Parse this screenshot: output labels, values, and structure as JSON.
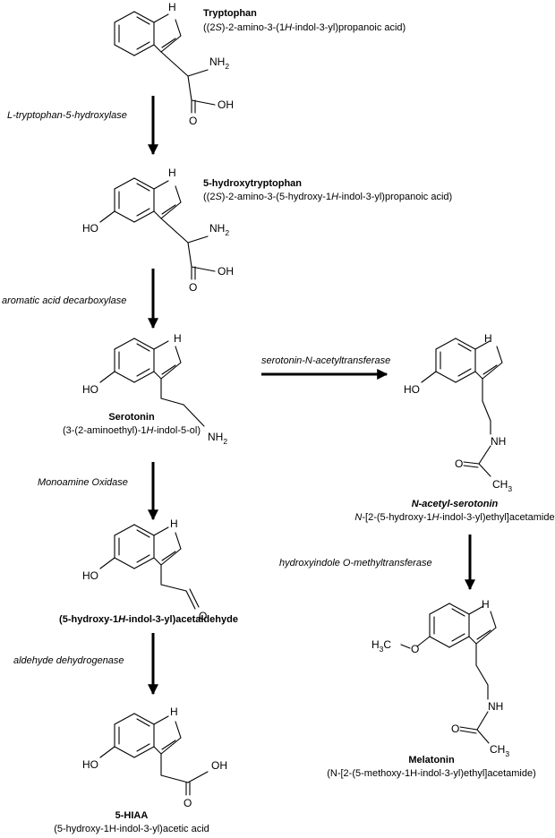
{
  "compounds": {
    "tryptophan": {
      "name": "Tryptophan",
      "iupac": {
        "a": "((2",
        "b": "S",
        "c": ")-2-amino-3-(1",
        "d": "H",
        "e": "-indol-3-yl)propanoic acid)"
      }
    },
    "hydroxytryptophan": {
      "name": "5-hydroxytryptophan",
      "iupac": {
        "a": "((2",
        "b": "S",
        "c": ")-2-amino-3-(5-hydroxy-1",
        "d": "H",
        "e": "-indol-3-yl)propanoic acid)"
      }
    },
    "serotonin": {
      "name": "Serotonin",
      "iupac": {
        "a": "(3-(2-aminoethyl)-1",
        "b": "H",
        "c": "-indol-5-ol)"
      }
    },
    "acetylserotonin": {
      "name": "N-acetyl-serotonin",
      "iupac": {
        "a": "N",
        "b": "-[2-(5-hydroxy-1",
        "c": "H",
        "d": "-indol-3-yl)ethyl]acetamide"
      }
    },
    "acetaldehyde": {
      "name": {
        "a": "(5-hydroxy-1",
        "b": "H",
        "c": "-indol-3-yl)acetaldehyde"
      }
    },
    "melatonin": {
      "name": "Melatonin",
      "iupac": "(N-[2-(5-methoxy-1H-indol-3-yl)ethyl]acetamide)"
    },
    "hiaa": {
      "name": "5-HIAA",
      "iupac": "(5-hydroxy-1H-indol-3-yl)acetic acid"
    }
  },
  "enzymes": {
    "e1": "L-tryptophan-5-hydroxylase",
    "e2": "aromatic acid decarboxylase",
    "e3": "serotonin-N-acetyltransferase",
    "e4": "Monoamine Oxidase",
    "e5": "hydroxyindole O-methyltransferase",
    "e6": "aldehyde dehydrogenase"
  },
  "atoms": {
    "H": "H",
    "HO": "HO",
    "OH": "OH",
    "O": "O",
    "N": "N",
    "NH": "NH",
    "NH2": {
      "main": "NH",
      "sub": "2"
    },
    "CH3": {
      "main": "CH",
      "sub": "3"
    },
    "H3C": {
      "h": "H",
      "sub": "3",
      "rest": "C"
    }
  }
}
